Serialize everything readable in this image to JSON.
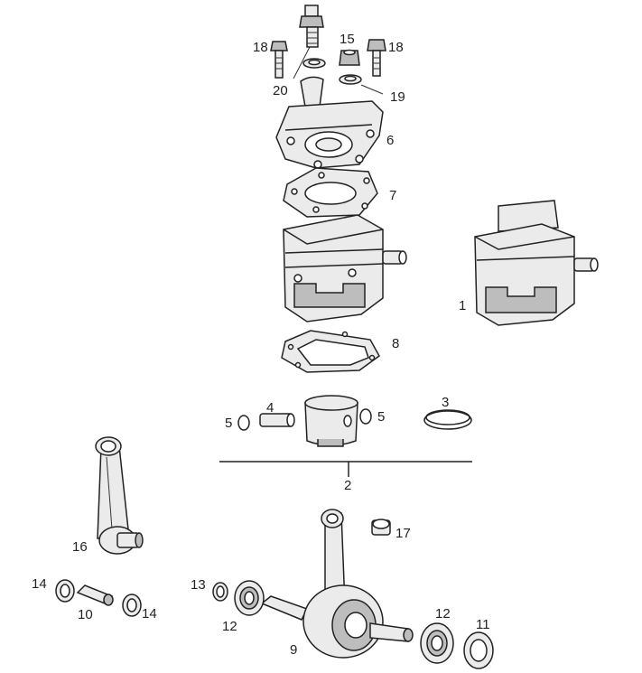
{
  "labels": {
    "l1": "1",
    "l2": "2",
    "l3": "3",
    "l4": "4",
    "l5a": "5",
    "l5b": "5",
    "l6": "6",
    "l7": "7",
    "l8": "8",
    "l9": "9",
    "l10": "10",
    "l11": "11",
    "l12a": "12",
    "l12b": "12",
    "l13": "13",
    "l14a": "14",
    "l14b": "14",
    "l15": "15",
    "l16": "16",
    "l17": "17",
    "l18a": "18",
    "l18b": "18",
    "l19": "19",
    "l20": "20"
  }
}
